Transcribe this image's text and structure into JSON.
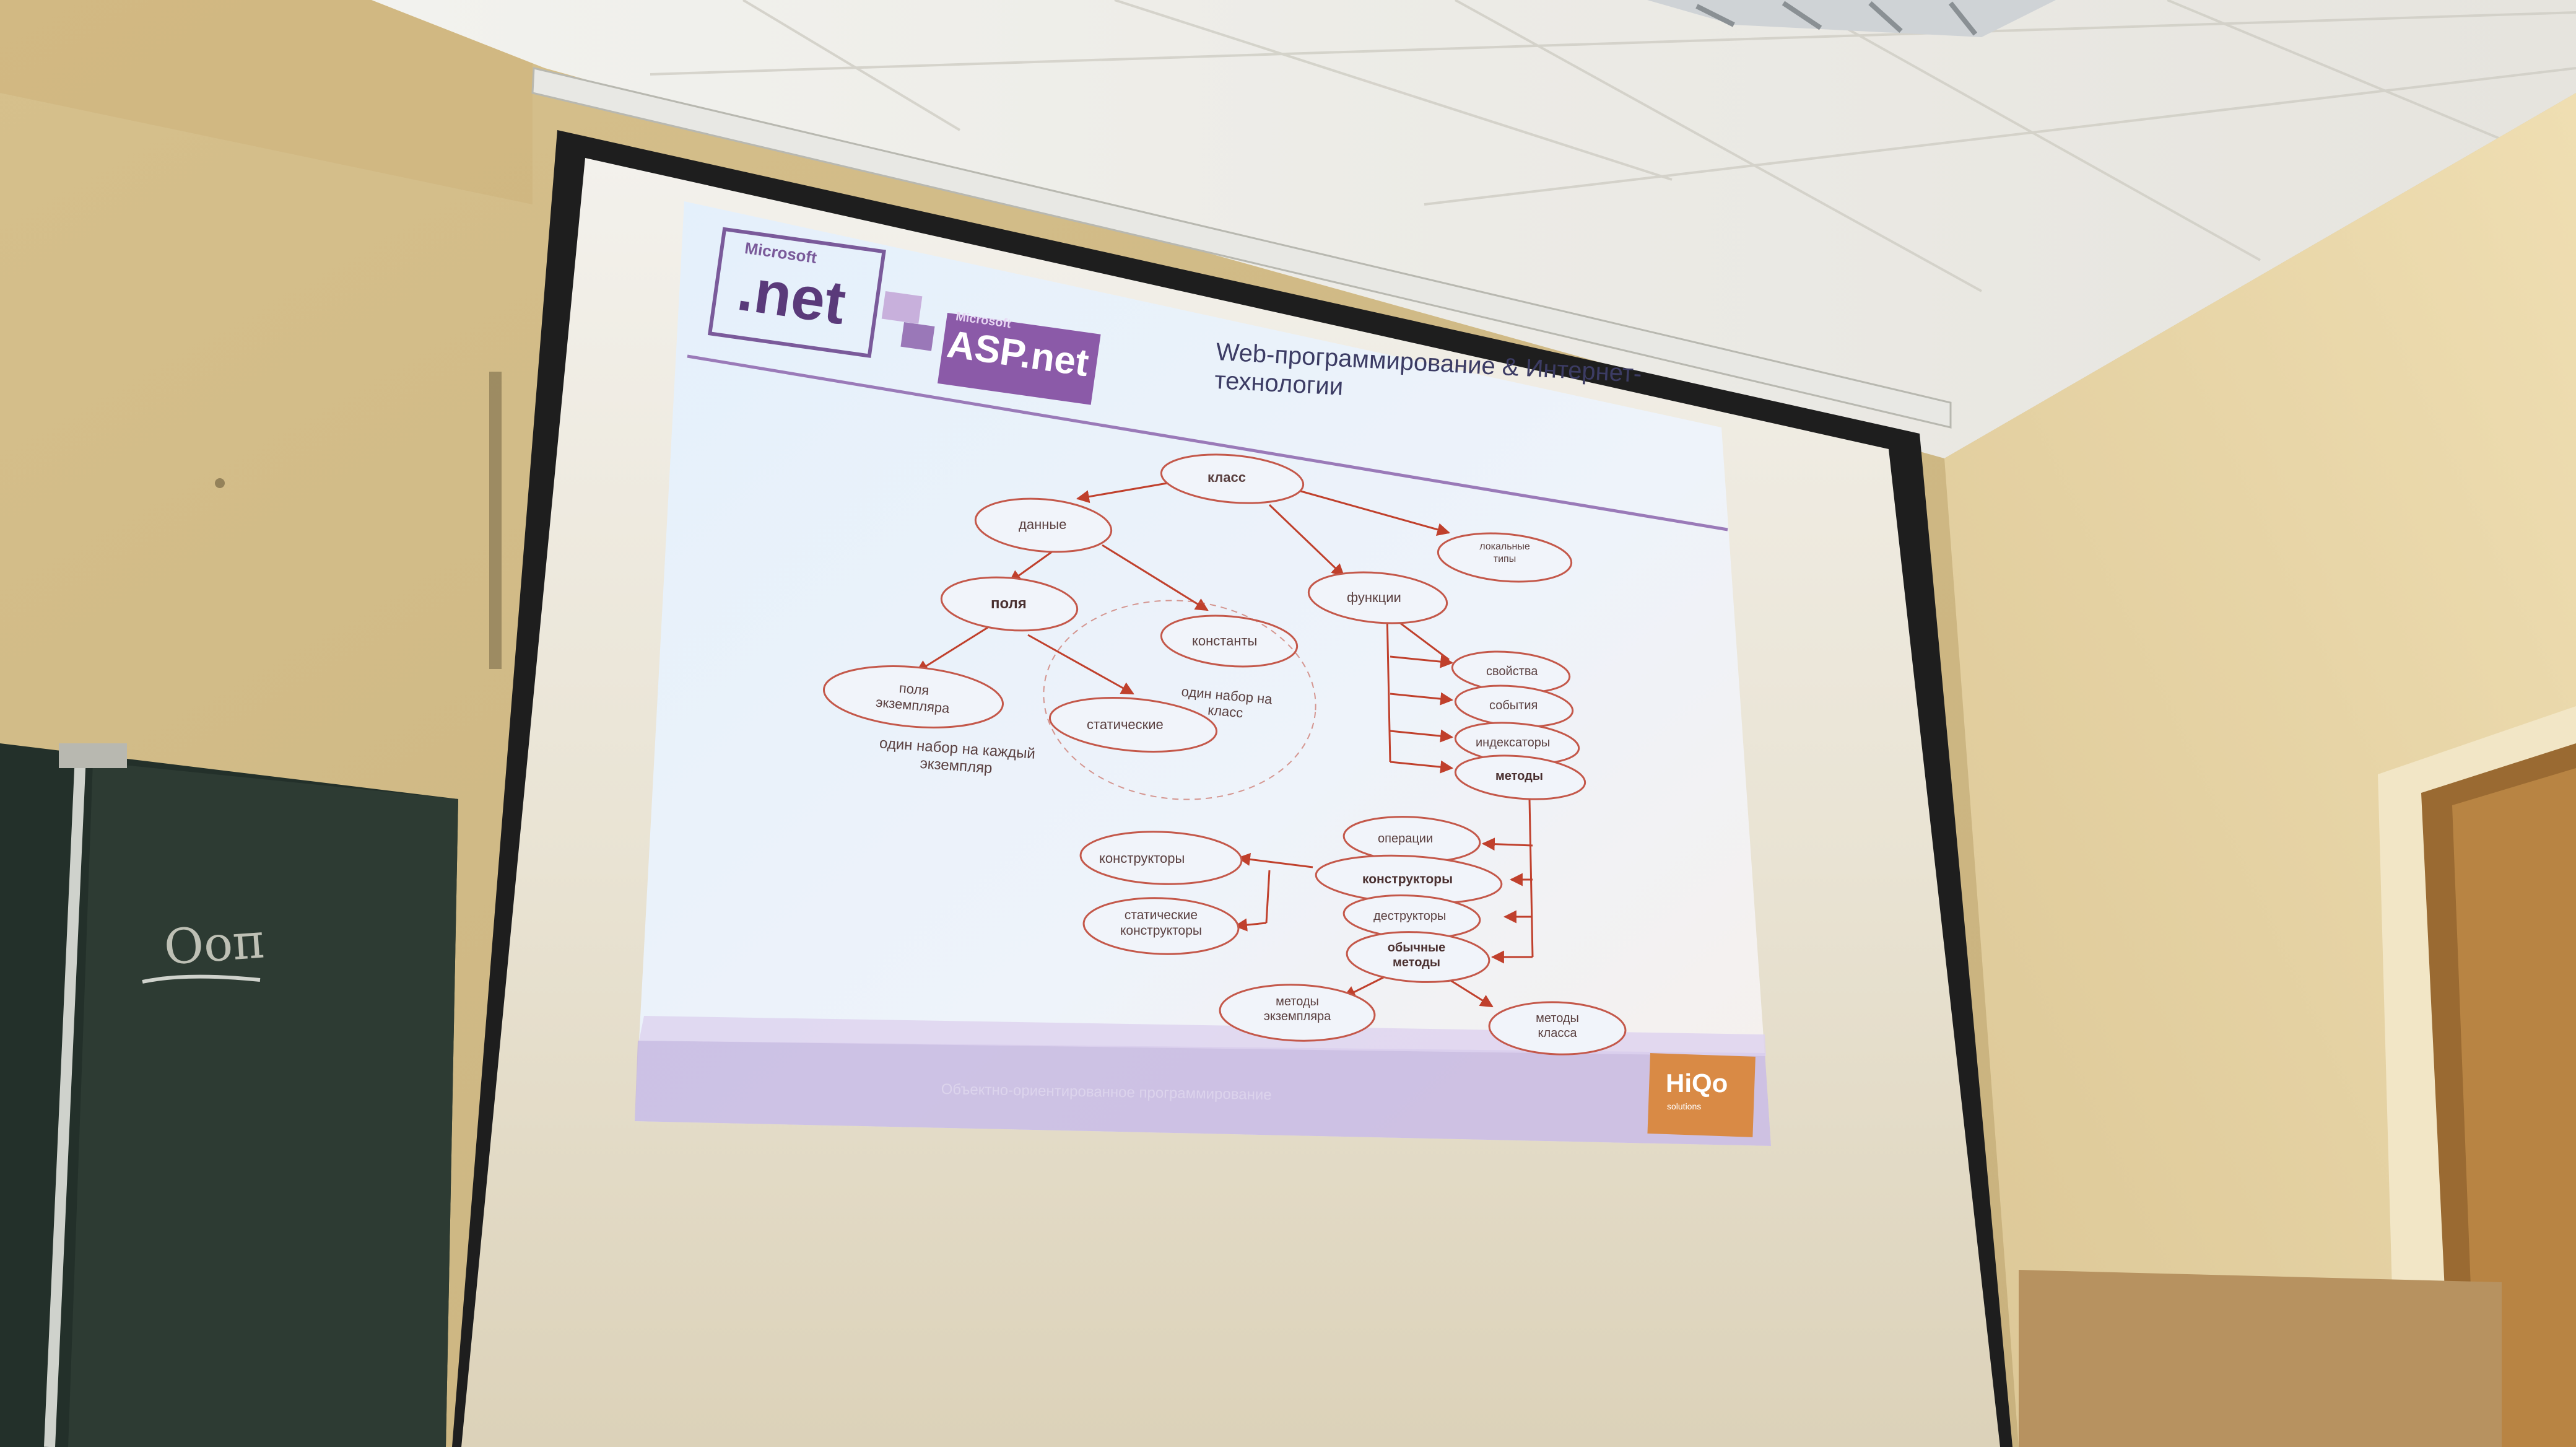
{
  "slide": {
    "title": "Web-программирование & Интернет-технологии",
    "footer": "Объектно-ориентированное программирование"
  },
  "logos": {
    "dotnet_brand": "Microsoft",
    "dotnet_name": ".net",
    "asp_brand": "Microsoft",
    "asp_name": "ASP.net",
    "hiqo_name": "HiQo",
    "hiqo_sub": "solutions"
  },
  "diagram": {
    "nodes": {
      "klass": "класс",
      "dannye": "данные",
      "lokalnye_tipy": "локальные типы",
      "polya": "поля",
      "konstanty": "константы",
      "funktsii": "функции",
      "polya_ekzemplyara": "поля экземпляра",
      "staticheskie": "статические",
      "svoystva": "свойства",
      "sobytiya": "события",
      "indeksatory": "индексаторы",
      "metody": "методы",
      "operatsii": "операции",
      "konstruktory_func": "конструкторы",
      "destruktory": "деструкторы",
      "obychnye_metody": "обычные методы",
      "konstruktory": "конструкторы",
      "staticheskie_konstruktory": "статические конструкторы",
      "metody_ekzemplyara": "методы экземпляра",
      "metody_klassa": "методы класса"
    },
    "notes": {
      "odin_na_klass": "один набор на класс",
      "odin_na_ekzemplyar": "один набор на каждый экземпляр"
    }
  },
  "chalkboard": {
    "text": "Ооп"
  }
}
